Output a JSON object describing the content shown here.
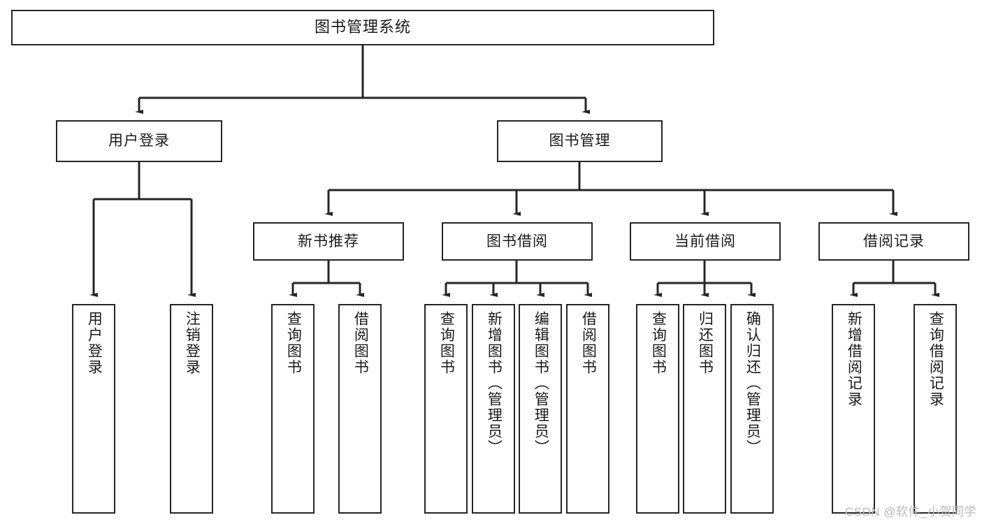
{
  "diagram": {
    "title": "图书管理系统",
    "type": "hierarchy-tree",
    "watermark": "CSDN @软件_小贺同学",
    "colors": {
      "box_border": "#262626",
      "box_fill": "#ffffff",
      "connector": "#262626",
      "text": "#1a1a1a",
      "watermark": "#b9b9b9",
      "background": "#ffffff"
    },
    "nodes": {
      "root": {
        "label": "图书管理系统"
      },
      "level2": [
        {
          "id": "user-login",
          "label": "用户登录"
        },
        {
          "id": "book-management",
          "label": "图书管理"
        }
      ],
      "level3": [
        {
          "id": "new-book-recommend",
          "label": "新书推荐"
        },
        {
          "id": "book-borrow",
          "label": "图书借阅"
        },
        {
          "id": "current-borrow",
          "label": "当前借阅"
        },
        {
          "id": "borrow-record",
          "label": "借阅记录"
        }
      ],
      "leaves": {
        "user_login": [
          {
            "id": "leaf-user-login",
            "label": "用户登录"
          },
          {
            "id": "leaf-logout-login",
            "label": "注销登录"
          }
        ],
        "new_book_recommend": [
          {
            "id": "leaf-query-book-1",
            "label": "查询图书"
          },
          {
            "id": "leaf-borrow-book-1",
            "label": "借阅图书"
          }
        ],
        "book_borrow": [
          {
            "id": "leaf-query-book-2",
            "label": "查询图书"
          },
          {
            "id": "leaf-add-book",
            "label": "新增图书（管理员）"
          },
          {
            "id": "leaf-edit-book",
            "label": "编辑图书（管理员）"
          },
          {
            "id": "leaf-borrow-book-2",
            "label": "借阅图书"
          }
        ],
        "current_borrow": [
          {
            "id": "leaf-query-book-3",
            "label": "查询图书"
          },
          {
            "id": "leaf-return-book",
            "label": "归还图书"
          },
          {
            "id": "leaf-confirm-return",
            "label": "确认归还（管理员）"
          }
        ],
        "borrow_record": [
          {
            "id": "leaf-add-record",
            "label": "新增借阅记录"
          },
          {
            "id": "leaf-query-record",
            "label": "查询借阅记录"
          }
        ]
      }
    }
  }
}
